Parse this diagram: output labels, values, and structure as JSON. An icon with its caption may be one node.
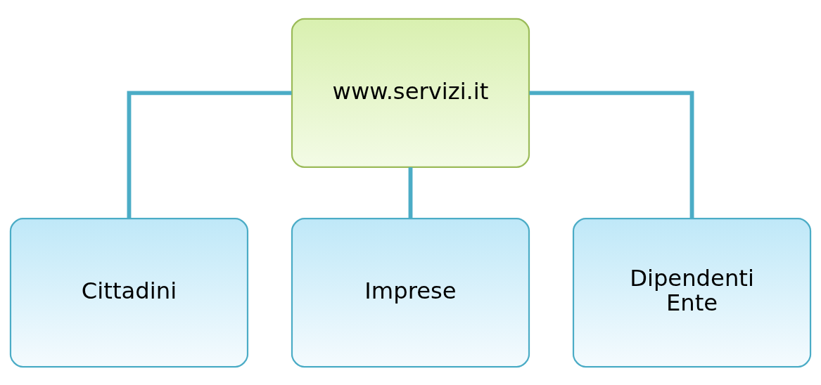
{
  "diagram": {
    "nodes": [
      {
        "text": [
          "www.servizi.it"
        ]
      },
      {
        "text": [
          "Cittadini"
        ]
      },
      {
        "text": [
          "Imprese"
        ]
      },
      {
        "text": [
          "Dipendenti Ente"
        ]
      }
    ],
    "edges": [
      {
        "from": 0,
        "to": 1,
        "arrow": "none"
      },
      {
        "from": 0,
        "to": 2,
        "arrow": "none"
      },
      {
        "from": 0,
        "to": 3,
        "arrow": "none"
      }
    ]
  }
}
